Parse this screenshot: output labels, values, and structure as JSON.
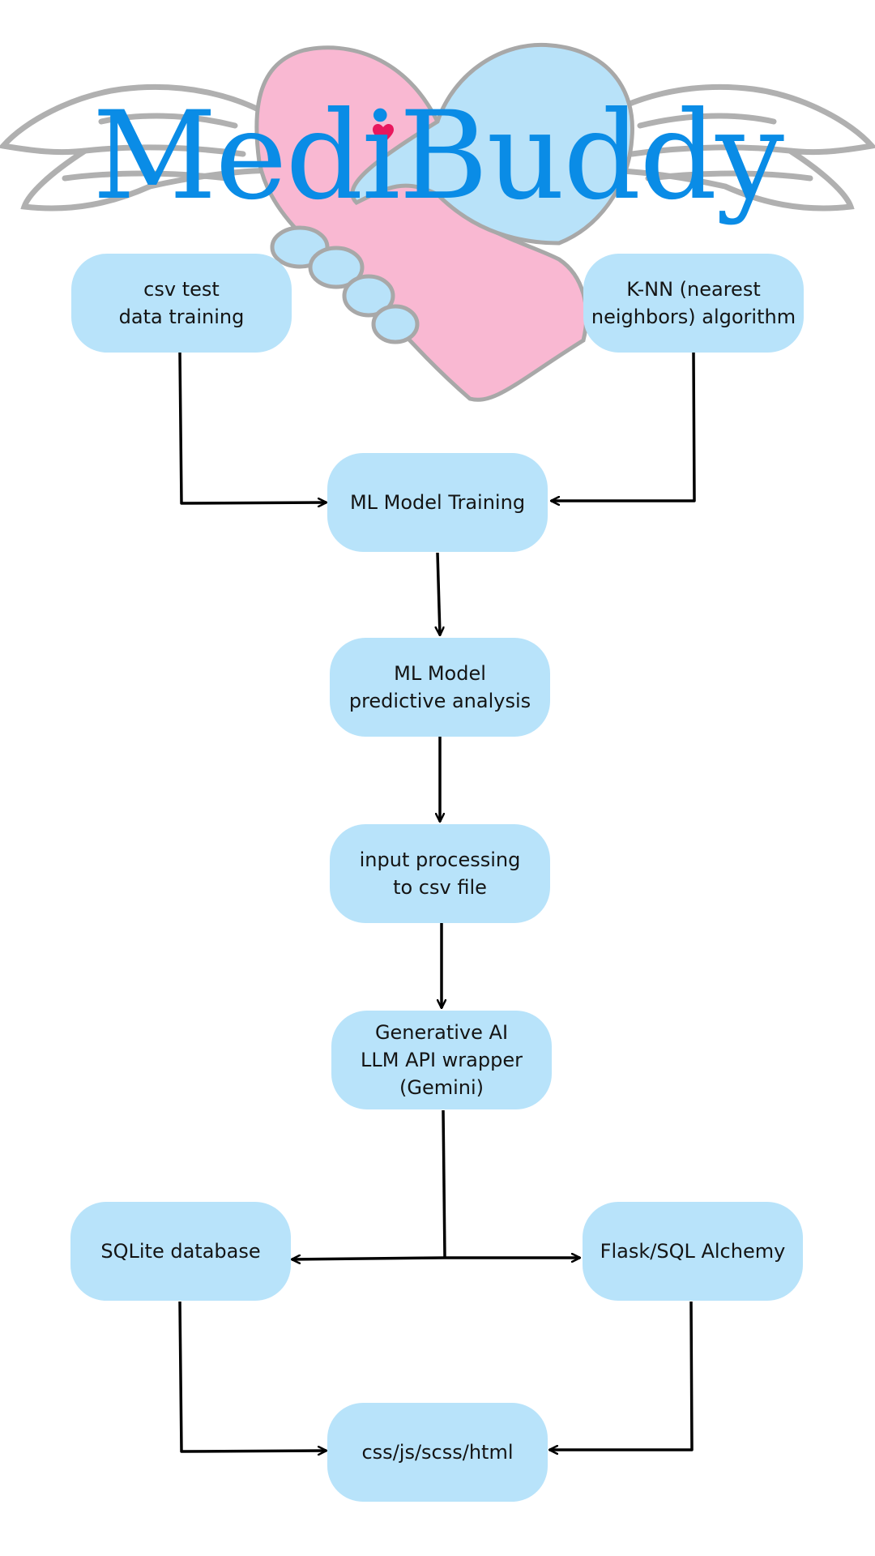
{
  "logo": {
    "title": "MediBuddy",
    "colors": {
      "text": "#0a8ce6",
      "pink": "#f9b8d2",
      "blue": "#b8e2f9",
      "heart": "#e8175d",
      "wings": "#b0b0b0"
    },
    "icons": [
      "angel-wings-icon",
      "heart-handshake-icon",
      "small-heart-icon"
    ]
  },
  "nodes": {
    "csv_training": "csv test\ndata training",
    "knn": "K-NN (nearest\nneighbors) algorithm",
    "ml_training": "ML Model Training",
    "ml_predictive": "ML Model\npredictive analysis",
    "input_processing": "input processing\nto csv file",
    "generative_ai": "Generative AI\nLLM API wrapper\n(Gemini)",
    "sqlite": "SQLite  database",
    "flask": "Flask/SQL Alchemy",
    "frontend": "css/js/scss/html"
  },
  "edges": [
    {
      "from": "csv_training",
      "to": "ml_training"
    },
    {
      "from": "knn",
      "to": "ml_training"
    },
    {
      "from": "ml_training",
      "to": "ml_predictive"
    },
    {
      "from": "ml_predictive",
      "to": "input_processing"
    },
    {
      "from": "input_processing",
      "to": "generative_ai"
    },
    {
      "from": "generative_ai",
      "to": "sqlite"
    },
    {
      "from": "generative_ai",
      "to": "flask"
    },
    {
      "from": "sqlite",
      "to": "frontend"
    },
    {
      "from": "flask",
      "to": "frontend"
    }
  ],
  "colors": {
    "node_fill": "#b8e3fa",
    "node_text": "#141414",
    "line": "#000000"
  }
}
